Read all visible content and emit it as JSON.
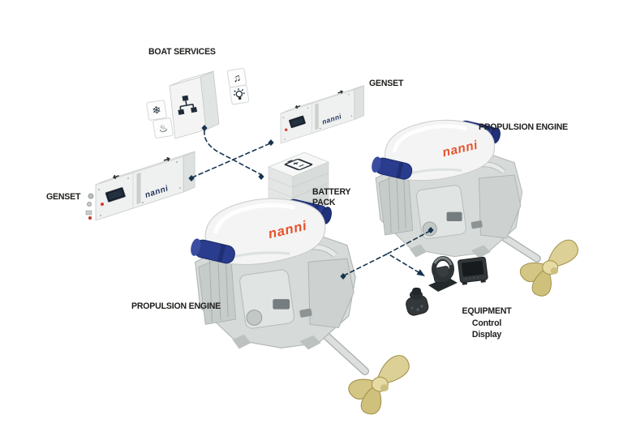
{
  "page": {
    "background": "#ffffff"
  },
  "brand": "nanni",
  "labels": {
    "boat_services": "BOAT SERVICES",
    "genset_left": "GENSET",
    "genset_right": "GENSET",
    "battery_line1": "BATTERY",
    "battery_line2": "PACK",
    "propulsion_left": "PROPULSION ENGINE",
    "propulsion_right": "PROPULSION ENGINE",
    "equipment_line1": "EQUIPMENT",
    "equipment_line2": "Control",
    "equipment_line3": "Display"
  },
  "icon_glyphs": {
    "snowflake": "❄",
    "music": "♫",
    "steam": "♨"
  },
  "icon_names": [
    "network-hub-icon",
    "air-conditioning-snowflake-icon",
    "galley-stove-icon",
    "music-note-icon",
    "light-bulb-icon",
    "battery-icon"
  ],
  "colors": {
    "label_text": "#1d1d1b",
    "connector_navy": "#18334f",
    "brand_orange": "#e8512b",
    "brand_navy": "#1f3059",
    "engine_blue": "#2a3c8e",
    "propeller_gold": "#ddd096"
  }
}
